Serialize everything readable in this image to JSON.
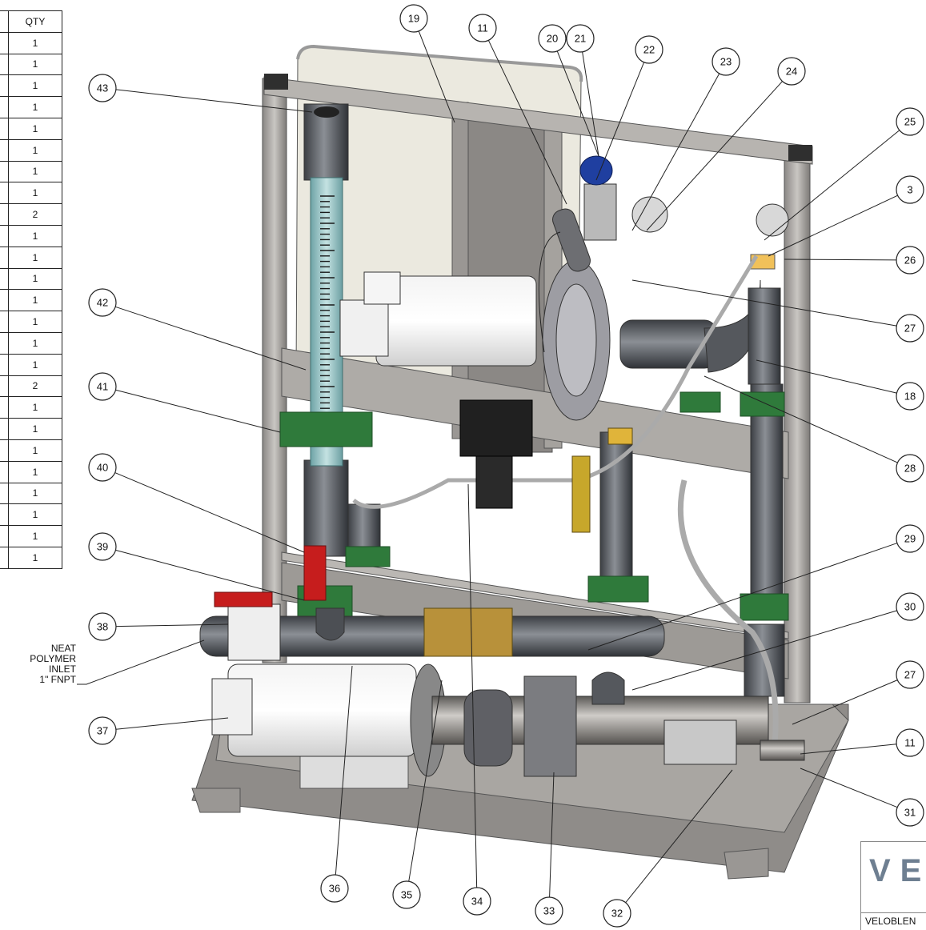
{
  "bom": {
    "qty_header": "QTY",
    "qty": [
      "1",
      "1",
      "1",
      "1",
      "1",
      "1",
      "1",
      "1",
      "2",
      "1",
      "1",
      "1",
      "1",
      "1",
      "1",
      "1",
      "2",
      "1",
      "1",
      "1",
      "1",
      "1",
      "1",
      "1",
      "1"
    ]
  },
  "inlet_note": [
    "NEAT",
    "POLYMER",
    "INLET",
    "1\" FNPT"
  ],
  "logo": {
    "letters": "VE",
    "caption": "VELOBLEN"
  },
  "balloons": [
    "19",
    "11",
    "20",
    "21",
    "22",
    "23",
    "24",
    "25",
    "3",
    "26",
    "27",
    "18",
    "28",
    "29",
    "30",
    "27",
    "11",
    "31",
    "43",
    "42",
    "41",
    "40",
    "39",
    "38",
    "37",
    "36",
    "35",
    "34",
    "33",
    "32"
  ]
}
